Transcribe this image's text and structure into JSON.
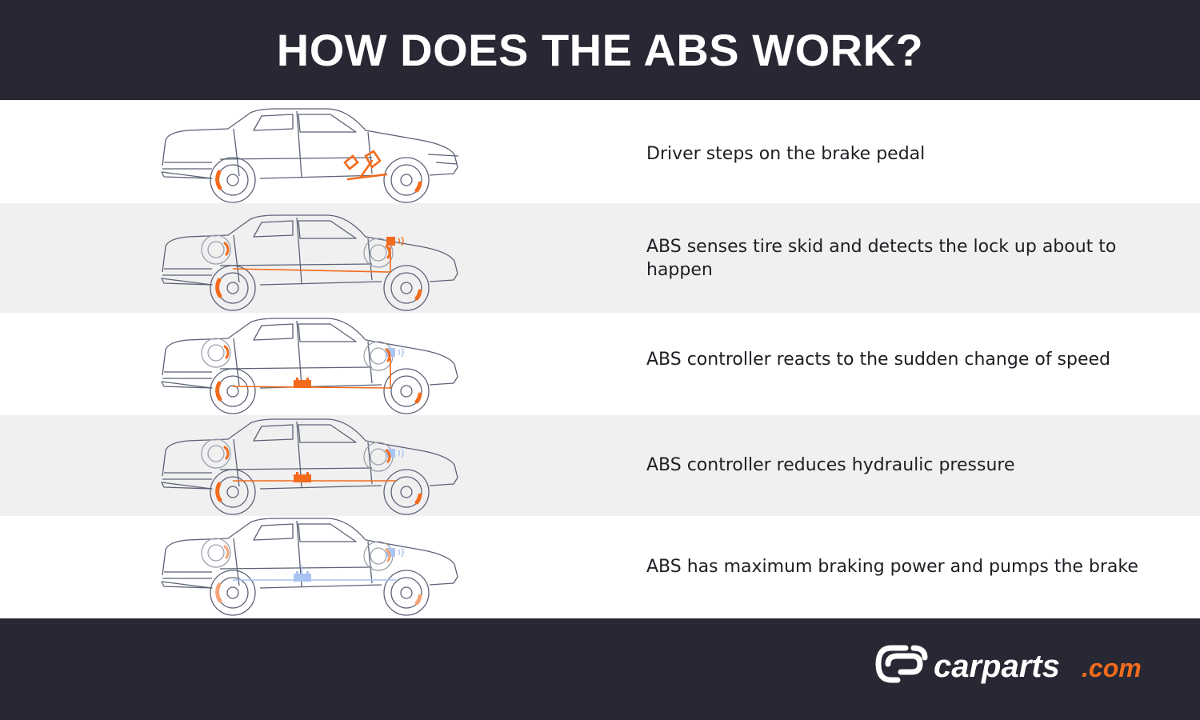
{
  "header": {
    "title": "HOW DOES THE ABS WORK?"
  },
  "colors": {
    "header_bg": "#272833",
    "row_white": "#ffffff",
    "row_gray": "#f0f0f0",
    "car_line": "#5b6275",
    "active": "#f26b1d",
    "faded_active": "#f4a37a",
    "idle": "#a9c3f2"
  },
  "steps": [
    {
      "id": "pedal",
      "caption": "Driver steps on the brake pedal",
      "background": "#ffffff"
    },
    {
      "id": "sense",
      "caption": "ABS senses tire skid and detects the lock up about to happen",
      "background": "#f0f0f0"
    },
    {
      "id": "react",
      "caption": "ABS controller reacts to the sudden change of speed",
      "background": "#ffffff"
    },
    {
      "id": "reduce",
      "caption": "ABS controller reduces hydraulic pressure",
      "background": "#f0f0f0"
    },
    {
      "id": "pump",
      "caption": "ABS has maximum braking power and pumps the brake",
      "background": "#ffffff"
    }
  ],
  "logo": {
    "brand": "carparts",
    "suffix": ".com",
    "icon": "carparts-logo-icon"
  }
}
